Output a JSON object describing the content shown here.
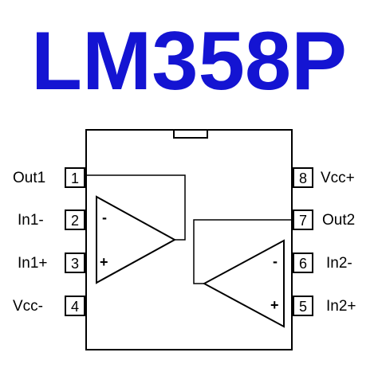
{
  "title": "LM358P",
  "colors": {
    "title": "#1414d2",
    "lines": "#000000",
    "background": "#ffffff"
  },
  "pins": [
    {
      "number": "1",
      "label": "Out1"
    },
    {
      "number": "2",
      "label": "In1-"
    },
    {
      "number": "3",
      "label": "In1+"
    },
    {
      "number": "4",
      "label": "Vcc-"
    },
    {
      "number": "5",
      "label": "In2+"
    },
    {
      "number": "6",
      "label": "In2-"
    },
    {
      "number": "7",
      "label": "Out2"
    },
    {
      "number": "8",
      "label": "Vcc+"
    }
  ],
  "amp_signs": {
    "minus": "-",
    "plus": "+"
  }
}
